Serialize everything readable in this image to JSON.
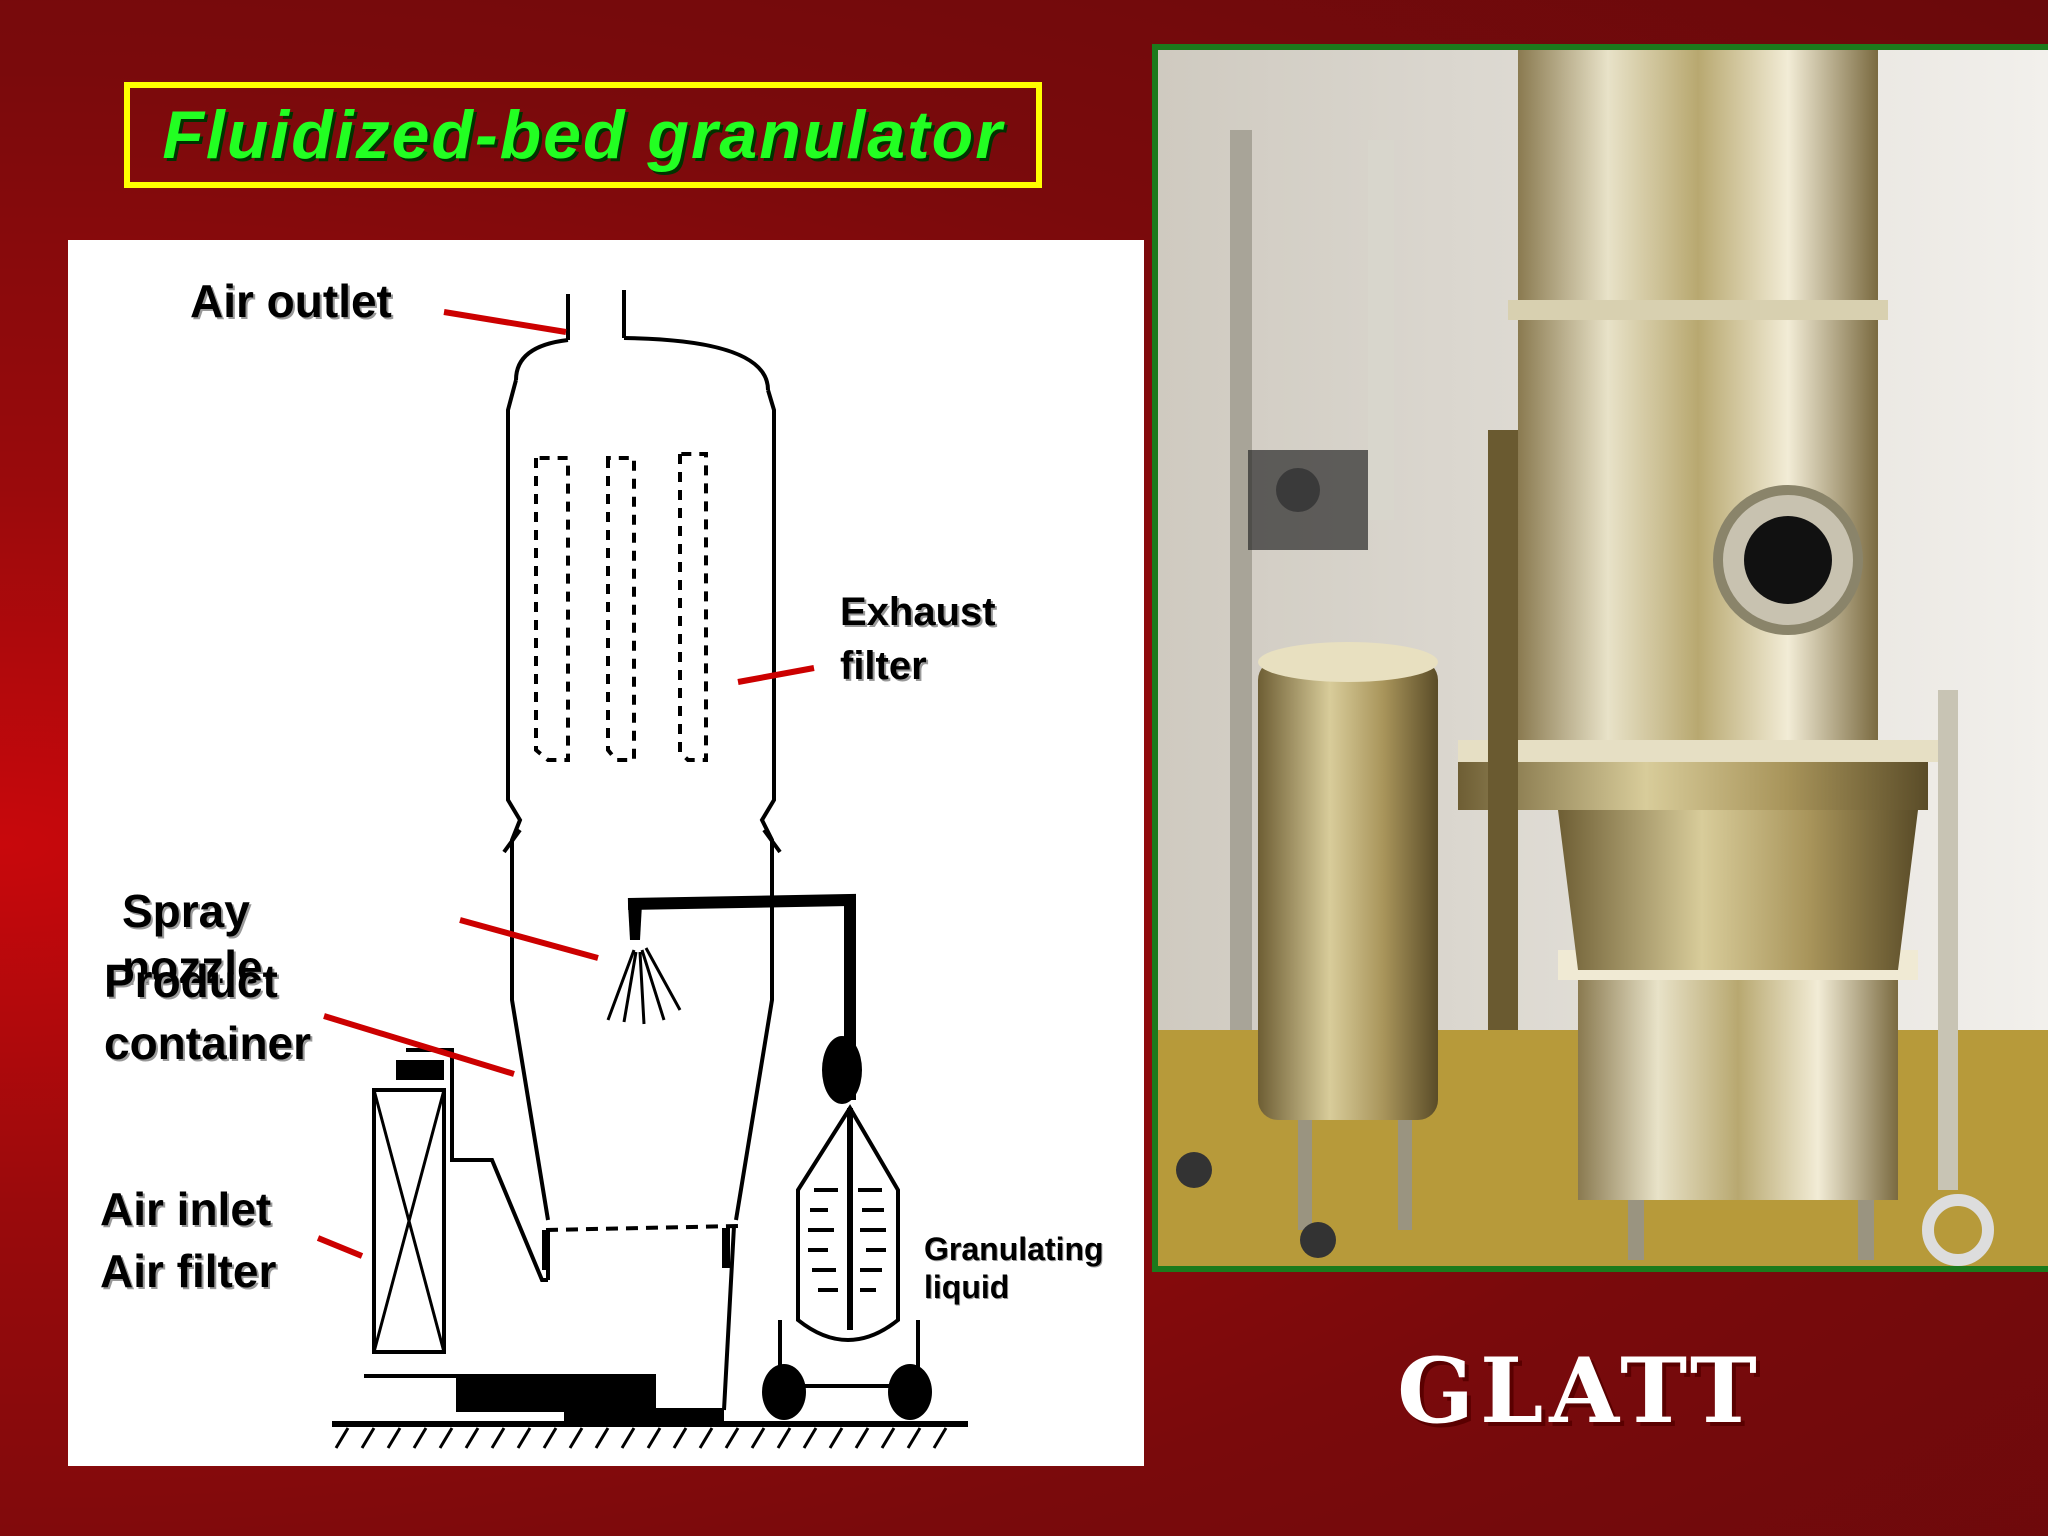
{
  "slide": {
    "title": "Fluidized-bed granulator",
    "brand": "GLATT"
  },
  "diagram": {
    "labels": {
      "air_outlet": "Air outlet",
      "exhaust_filter_1": "Exhaust",
      "exhaust_filter_2": "filter",
      "spray_nozzle_1": "Spray",
      "spray_nozzle_2": "nozzle",
      "product_container_1": "Product",
      "product_container_2": "container",
      "air_inlet": "Air inlet",
      "air_filter": "Air filter",
      "granulating_liquid_1": "Granulating",
      "granulating_liquid_2": "liquid"
    },
    "leader_line_color": "#cc0000"
  },
  "photo": {
    "frame_color": "#1c7a1c"
  },
  "colors": {
    "background": "#8a0a0c",
    "title_border": "#ffff00",
    "title_text": "#22ff22"
  }
}
